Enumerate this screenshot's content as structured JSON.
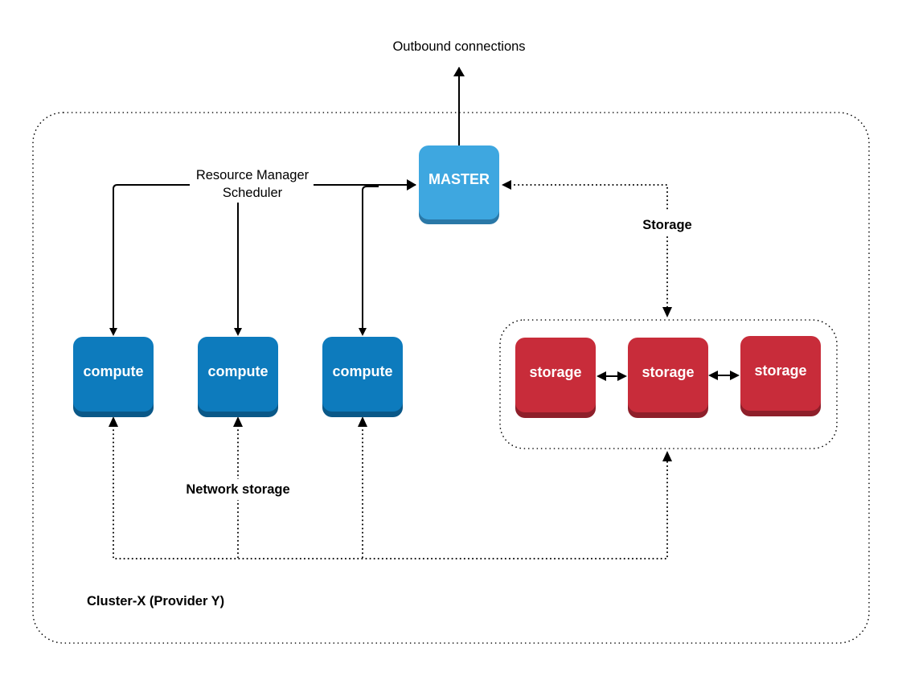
{
  "labels": {
    "outbound": "Outbound connections",
    "resource_manager_line1": "Resource Manager",
    "resource_manager_line2": "Scheduler",
    "storage_link": "Storage",
    "network_storage": "Network storage",
    "cluster": "Cluster-X (Provider Y)"
  },
  "nodes": {
    "master": "MASTER",
    "compute": [
      "compute",
      "compute",
      "compute"
    ],
    "storage": [
      "storage",
      "storage",
      "storage"
    ]
  },
  "colors": {
    "master": "#3ea7e0",
    "master_shadow": "#2a78a7",
    "compute": "#0d7bbd",
    "compute_shadow": "#0a5888",
    "storage": "#c82c3a",
    "storage_shadow": "#8e1f2a",
    "line": "#000000"
  }
}
